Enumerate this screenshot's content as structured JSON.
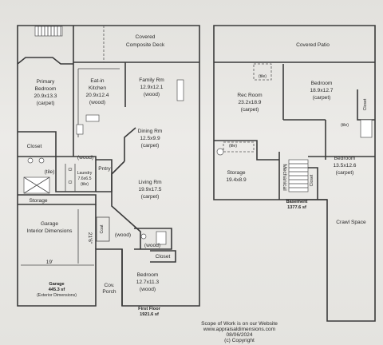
{
  "first_floor": {
    "covered_deck": [
      "Covered",
      "Composite Deck"
    ],
    "primary_bedroom": [
      "Primary",
      "Bedroom",
      "20.9x13.3",
      "(carpet)"
    ],
    "eatin_kitchen": [
      "Eat-in",
      "Kitchen",
      "20.9x12.4",
      "(wood)"
    ],
    "family_room": [
      "Family Rm",
      "12.9x12.1",
      "(wood)"
    ],
    "dining_room": [
      "Dining Rm",
      "12.5x9.9",
      "(carpet)"
    ],
    "living_room": [
      "Living Rm",
      "19.9x17.5",
      "(carpet)"
    ],
    "closet": "Closet",
    "wood_hall": "(wood)",
    "tile": "(tile)",
    "cl1": "Cl",
    "cl2": "Cl",
    "laundry": [
      "Laundry",
      "7.6x6.5",
      "(tile)"
    ],
    "pantry": "Pntry",
    "storage": "Storage",
    "garage": [
      "Garage",
      "Interior Dimensions"
    ],
    "garage_dim_h": "21'6\"",
    "garage_dim_w": "19'",
    "coat": "Coat",
    "wood_foyer": "(wood)",
    "wood_bath": "(wood)",
    "closet2": "Closet",
    "bedroom": [
      "Bedroom",
      "12.7x11.3",
      "(wood)"
    ],
    "cov_porch": [
      "Cov.",
      "Porch"
    ],
    "garage_area": [
      "Garage",
      "445.3 sf",
      "(Exterior Dimensions)"
    ],
    "floor_label": [
      "First Floor",
      "1921.6 sf"
    ]
  },
  "basement": {
    "covered_patio": "Covered Patio",
    "tile_top": "(tile)",
    "rec_room": [
      "Rec Room",
      "23.2x18.9",
      "(carpet)"
    ],
    "bedroom1": [
      "Bedroom",
      "18.9x12.7",
      "(carpet)"
    ],
    "closet_a": "Closet",
    "tile_bath": "(tile)",
    "tile_left": "(tile)",
    "storage": [
      "Storage",
      "19.4x8.9"
    ],
    "mechanical": "Mechanical",
    "bedroom2": [
      "Bedroom",
      "13.5x12.6",
      "(carpet)"
    ],
    "closet_b": "Closet",
    "floor_label": [
      "Basement",
      "1377.6 sf"
    ],
    "crawl_space": "Crawl Space"
  },
  "footer": [
    "Scope of Work is on our Website",
    "www.appraisaldimensions.com",
    "08/06/2024",
    "(c) Copyright"
  ]
}
